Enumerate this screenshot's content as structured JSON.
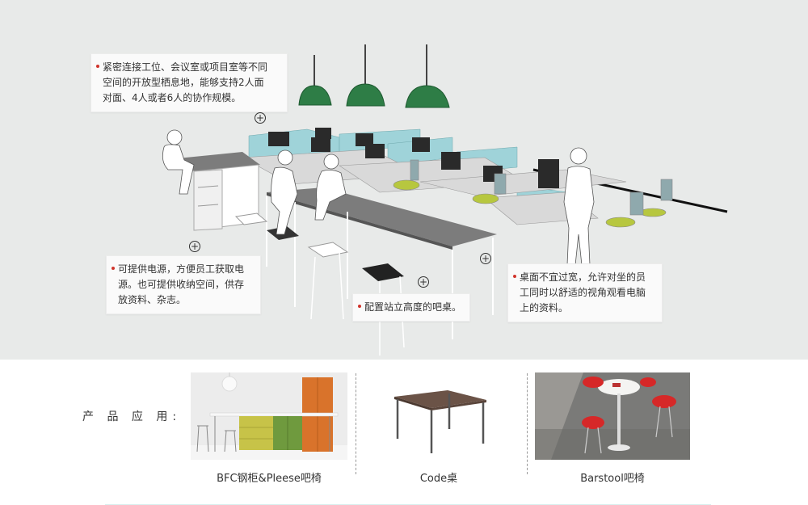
{
  "notes": [
    {
      "id": "note-workspace",
      "text": "紧密连接工位、会议室或项目室等不同\n空间的开放型栖息地，能够支持2人面\n对面、4人或者6人的协作规模。"
    },
    {
      "id": "note-power",
      "text": "可提供电源，方便员工获取电\n源。也可提供收纳空间，供存\n放资料、杂志。"
    },
    {
      "id": "note-bar",
      "text": "配置站立高度的吧桌。"
    },
    {
      "id": "note-desk",
      "text": "桌面不宜过宽，允许对坐的员\n工同时以舒适的视角观看电脑\n上的资料。"
    }
  ],
  "hotspot_symbol": "+",
  "applications_label": "产 品 应 用:",
  "products": [
    {
      "caption": "BFC钢柜&Pleese吧椅"
    },
    {
      "caption": "Code桌"
    },
    {
      "caption": "Barstool吧椅"
    }
  ],
  "colors": {
    "scene_bg": "#e8eae9",
    "lamp": "#2e7d46",
    "screen": "#9fd3d9",
    "accent_dot": "#d0342c",
    "chair": "#b7c73f",
    "table_top": "#7c7c7c",
    "desk_top": "#6b5347",
    "stool_red": "#d62828"
  }
}
